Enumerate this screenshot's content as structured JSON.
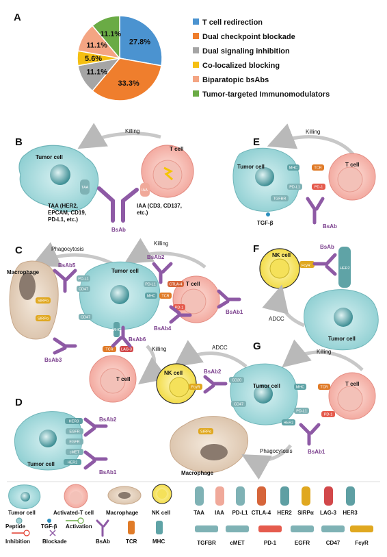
{
  "panels": {
    "A": "A",
    "B": "B",
    "C": "C",
    "D": "D",
    "E": "E",
    "F": "F",
    "G": "G"
  },
  "chart_data": {
    "type": "pie",
    "categories": [
      "T cell redirection",
      "Dual checkpoint blockade",
      "Dual signaling inhibition",
      "Co-localized blocking",
      "Biparatopic bsAbs",
      "Tumor-targeted Immunomodulators"
    ],
    "values": [
      27.8,
      33.3,
      11.1,
      5.6,
      11.1,
      11.1
    ],
    "value_labels": [
      "27.8%",
      "33.3%",
      "11.1%",
      "5.6%",
      "11.1%",
      "11.1%"
    ],
    "colors": [
      "#4b93d0",
      "#ef7e2d",
      "#a5a5a5",
      "#f5bf12",
      "#f4a583",
      "#6aab45"
    ],
    "legend_position": "right"
  },
  "colors": {
    "tumor": "#a9dcde",
    "tcell": "#f6b9b1",
    "nk": "#f4e46a",
    "macrophage": "#e6d3bf",
    "bsab": "#8e5aa5",
    "taa": "#7fb2b5"
  },
  "panel_b": {
    "killing": "Killing",
    "tumor_cell": "Tumor cell",
    "t_cell": "T cell",
    "taa": "TAA",
    "iaa": "IAA",
    "taa_desc": [
      "TAA (HER2,",
      "EPCAM, CD19,",
      "PD-L1, etc.)"
    ],
    "iaa_desc": [
      "IAA (CD3, CD137,",
      "etc.)"
    ],
    "bsab": "BsAb"
  },
  "panel_c": {
    "phagocytosis": "Phagocytosis",
    "killing_top": "Killing",
    "killing_bottom": "Killing",
    "macrophage": "Macrophage",
    "tumor_cell": "Tumor cell",
    "t_cell": "T cell",
    "bsab5": "BsAb5",
    "bsab2": "BsAb2",
    "bsab1": "BsAb1",
    "bsab4": "BsAb4",
    "bsab3": "BsAb3",
    "bsab6": "BsAb6",
    "markers": [
      "PD-L1",
      "CD47",
      "MHC",
      "TCR",
      "CTLA-4",
      "PD-1",
      "SIRPα",
      "LAG-3"
    ]
  },
  "panel_d": {
    "tumor_cell": "Tumor cell",
    "bsab2": "BsAb2",
    "bsab1": "BsAb1",
    "markers": [
      "HER3",
      "EGFR",
      "EGFR",
      "cMET",
      "HER2"
    ]
  },
  "panel_e": {
    "killing": "Killing",
    "tumor_cell": "Tumor cell",
    "t_cell": "T cell",
    "tgfb": "TGF-β",
    "bsab": "BsAb",
    "markers": [
      "MHC",
      "TCR",
      "PD-L1",
      "PD-1",
      "TGFBR"
    ]
  },
  "panel_f": {
    "nk_cell": "NK cell",
    "bsab": "BsAb",
    "her2": "HER2",
    "fcyr": "FcγR",
    "adcc": "ADCC",
    "tumor_cell": "Tumor cell"
  },
  "panel_g": {
    "adcc": "ADCC",
    "killing": "Killing",
    "nk_cell": "NK cell",
    "tumor_cell": "Tumor cell",
    "t_cell": "T cell",
    "bsab2": "BsAb2",
    "bsab1": "BsAb1",
    "phagocytosis": "Phagocytosis",
    "macrophage": "Macrophage",
    "markers": [
      "CD20",
      "FcγR",
      "CD47",
      "SIRPα",
      "MHC",
      "TCR",
      "PD-L1",
      "PD-1",
      "HER2"
    ]
  },
  "key": {
    "cells": [
      "Tumor cell",
      "Activated-T cell",
      "Macrophage",
      "NK cell"
    ],
    "symbols": [
      "Peptide",
      "TGF-β",
      "Activation",
      "Inhibition",
      "Blockade",
      "BsAb",
      "TCR",
      "MHC"
    ],
    "receptors_row1": [
      "TAA",
      "IAA",
      "PD-L1",
      "CTLA-4",
      "HER2",
      "SIRPα",
      "LAG-3",
      "HER3"
    ],
    "receptors_row2": [
      "TGFBR",
      "cMET",
      "PD-1",
      "EGFR",
      "CD47",
      "FcγR"
    ]
  }
}
